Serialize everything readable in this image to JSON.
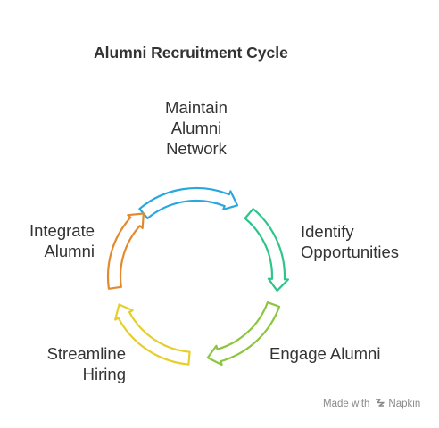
{
  "title": "Alumni Recruitment Cycle",
  "steps": [
    {
      "lines": [
        "Maintain",
        "Alumni",
        "Network"
      ],
      "color": "#29a8df",
      "icon": "arrow-icon"
    },
    {
      "lines": [
        "Identify",
        "Opportunities"
      ],
      "color": "#2ec48a",
      "icon": "arrow-icon"
    },
    {
      "lines": [
        "Engage Alumni"
      ],
      "color": "#8cc63f",
      "icon": "arrow-icon"
    },
    {
      "lines": [
        "Streamline",
        "Hiring"
      ],
      "color": "#e6cf2a",
      "icon": "arrow-icon"
    },
    {
      "lines": [
        "Integrate",
        "Alumni"
      ],
      "color": "#e38a2e",
      "icon": "arrow-icon"
    }
  ],
  "footer": {
    "prefix": "Made with",
    "brand": "Napkin",
    "icon": "napkin-logo-icon"
  }
}
